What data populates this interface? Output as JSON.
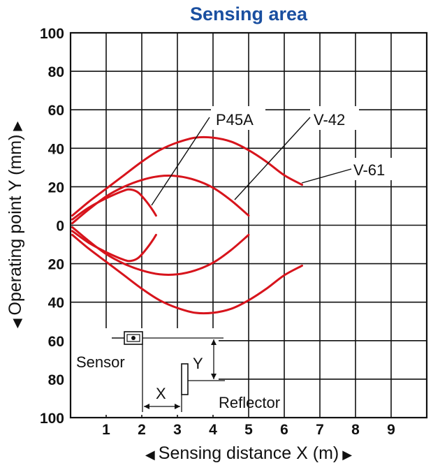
{
  "chart_data": {
    "type": "line",
    "title": "Sensing area",
    "xlabel": "Sensing distance X (m)",
    "ylabel": "Operating point Y (mm)",
    "xlim": [
      0,
      10
    ],
    "ylim": [
      -100,
      100
    ],
    "x_ticks": [
      "1",
      "2",
      "3",
      "4",
      "5",
      "6",
      "7",
      "8",
      "9"
    ],
    "y_ticks": [
      "100",
      "80",
      "60",
      "40",
      "20",
      "0",
      "20",
      "40",
      "60",
      "80",
      "100"
    ],
    "grid": true,
    "series": [
      {
        "name": "P45A",
        "upper": [
          [
            0.05,
            3
          ],
          [
            0.5,
            9
          ],
          [
            1.0,
            14
          ],
          [
            1.5,
            18
          ],
          [
            1.7,
            18.5
          ],
          [
            1.9,
            17
          ],
          [
            2.1,
            13
          ],
          [
            2.3,
            8
          ],
          [
            2.4,
            5
          ]
        ],
        "lower": [
          [
            0.05,
            -3
          ],
          [
            0.5,
            -9
          ],
          [
            1.0,
            -14
          ],
          [
            1.5,
            -18
          ],
          [
            1.7,
            -18.5
          ],
          [
            1.9,
            -17
          ],
          [
            2.1,
            -13
          ],
          [
            2.3,
            -8
          ],
          [
            2.4,
            -5
          ]
        ]
      },
      {
        "name": "V-42",
        "upper": [
          [
            0.05,
            1
          ],
          [
            0.5,
            8
          ],
          [
            1.0,
            15
          ],
          [
            1.5,
            20
          ],
          [
            2.0,
            23.5
          ],
          [
            2.5,
            25.5
          ],
          [
            3.0,
            25.5
          ],
          [
            3.5,
            23.5
          ],
          [
            4.0,
            19.5
          ],
          [
            4.5,
            13
          ],
          [
            5.0,
            5
          ]
        ],
        "lower": [
          [
            0.05,
            -1
          ],
          [
            0.5,
            -8
          ],
          [
            1.0,
            -15
          ],
          [
            1.5,
            -20
          ],
          [
            2.0,
            -23.5
          ],
          [
            2.5,
            -25.5
          ],
          [
            3.0,
            -25.5
          ],
          [
            3.5,
            -23.5
          ],
          [
            4.0,
            -19.5
          ],
          [
            4.5,
            -13
          ],
          [
            5.0,
            -5
          ]
        ]
      },
      {
        "name": "V-61",
        "upper": [
          [
            0.05,
            5
          ],
          [
            0.5,
            12
          ],
          [
            1.0,
            19
          ],
          [
            1.5,
            26
          ],
          [
            2.0,
            33
          ],
          [
            2.5,
            39
          ],
          [
            3.0,
            43
          ],
          [
            3.5,
            45.5
          ],
          [
            4.0,
            45.5
          ],
          [
            4.5,
            43.5
          ],
          [
            5.0,
            39
          ],
          [
            5.5,
            33
          ],
          [
            6.0,
            26
          ],
          [
            6.5,
            21
          ]
        ],
        "lower": [
          [
            0.05,
            -5
          ],
          [
            0.5,
            -12
          ],
          [
            1.0,
            -19
          ],
          [
            1.5,
            -26
          ],
          [
            2.0,
            -33
          ],
          [
            2.5,
            -39
          ],
          [
            3.0,
            -43
          ],
          [
            3.5,
            -45.5
          ],
          [
            4.0,
            -45.5
          ],
          [
            4.5,
            -43.5
          ],
          [
            5.0,
            -39
          ],
          [
            5.5,
            -33
          ],
          [
            6.0,
            -26
          ],
          [
            6.5,
            -21
          ]
        ]
      }
    ],
    "annotations": {
      "sensor": "Sensor",
      "reflector": "Reflector",
      "x_marker": "X",
      "y_marker": "Y"
    },
    "colors": {
      "curve": "#d7141c",
      "title": "#1a4fa0",
      "grid": "#111111"
    }
  }
}
